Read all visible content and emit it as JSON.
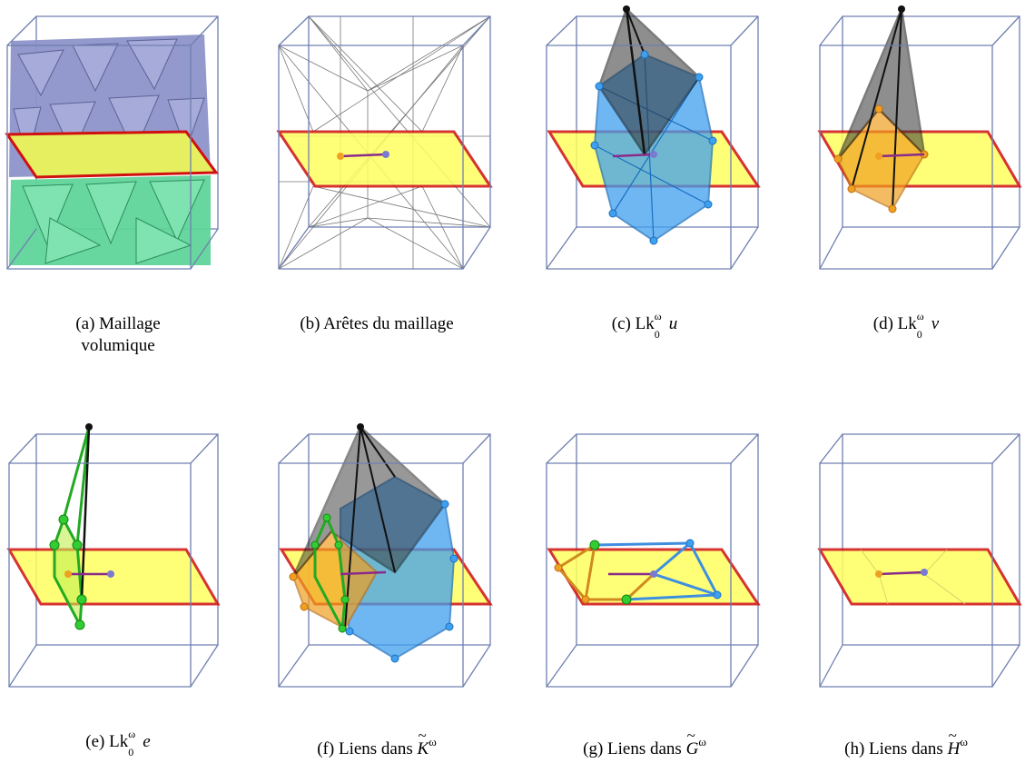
{
  "panels": [
    {
      "id": "a",
      "caption_line1": "(a) Maillage",
      "caption_line2": "volumique"
    },
    {
      "id": "b",
      "caption": "(b) Arêtes du maillage"
    },
    {
      "id": "c",
      "prefix": "(c) ",
      "lk": "Lk",
      "sup": "ω",
      "sub": "0",
      "sym": "u"
    },
    {
      "id": "d",
      "prefix": "(d) ",
      "lk": "Lk",
      "sup": "ω",
      "sub": "0",
      "sym": "v"
    },
    {
      "id": "e",
      "prefix": "(e) ",
      "lk": "Lk",
      "sup": "ω",
      "sub": "0",
      "sym": "e"
    },
    {
      "id": "f",
      "prefix": "(f) Liens dans ",
      "letter": "K",
      "sup": "ω"
    },
    {
      "id": "g",
      "prefix": "(g) Liens dans ",
      "letter": "G",
      "sup": "ω"
    },
    {
      "id": "h",
      "prefix": "(h) Liens dans ",
      "letter": "H",
      "sup": "ω"
    }
  ],
  "colors": {
    "box": "#6f7fb0",
    "plane_fill": "#ffff60",
    "plane_edge": "#d01010",
    "upper_tets": "#8d93c9",
    "lower_tets": "#5fd49a",
    "link_u": "#3fa0f0",
    "link_v": "#f0a020",
    "link_e": "#22bb22",
    "apex": "#222222",
    "mesh_edges": "#666666"
  }
}
